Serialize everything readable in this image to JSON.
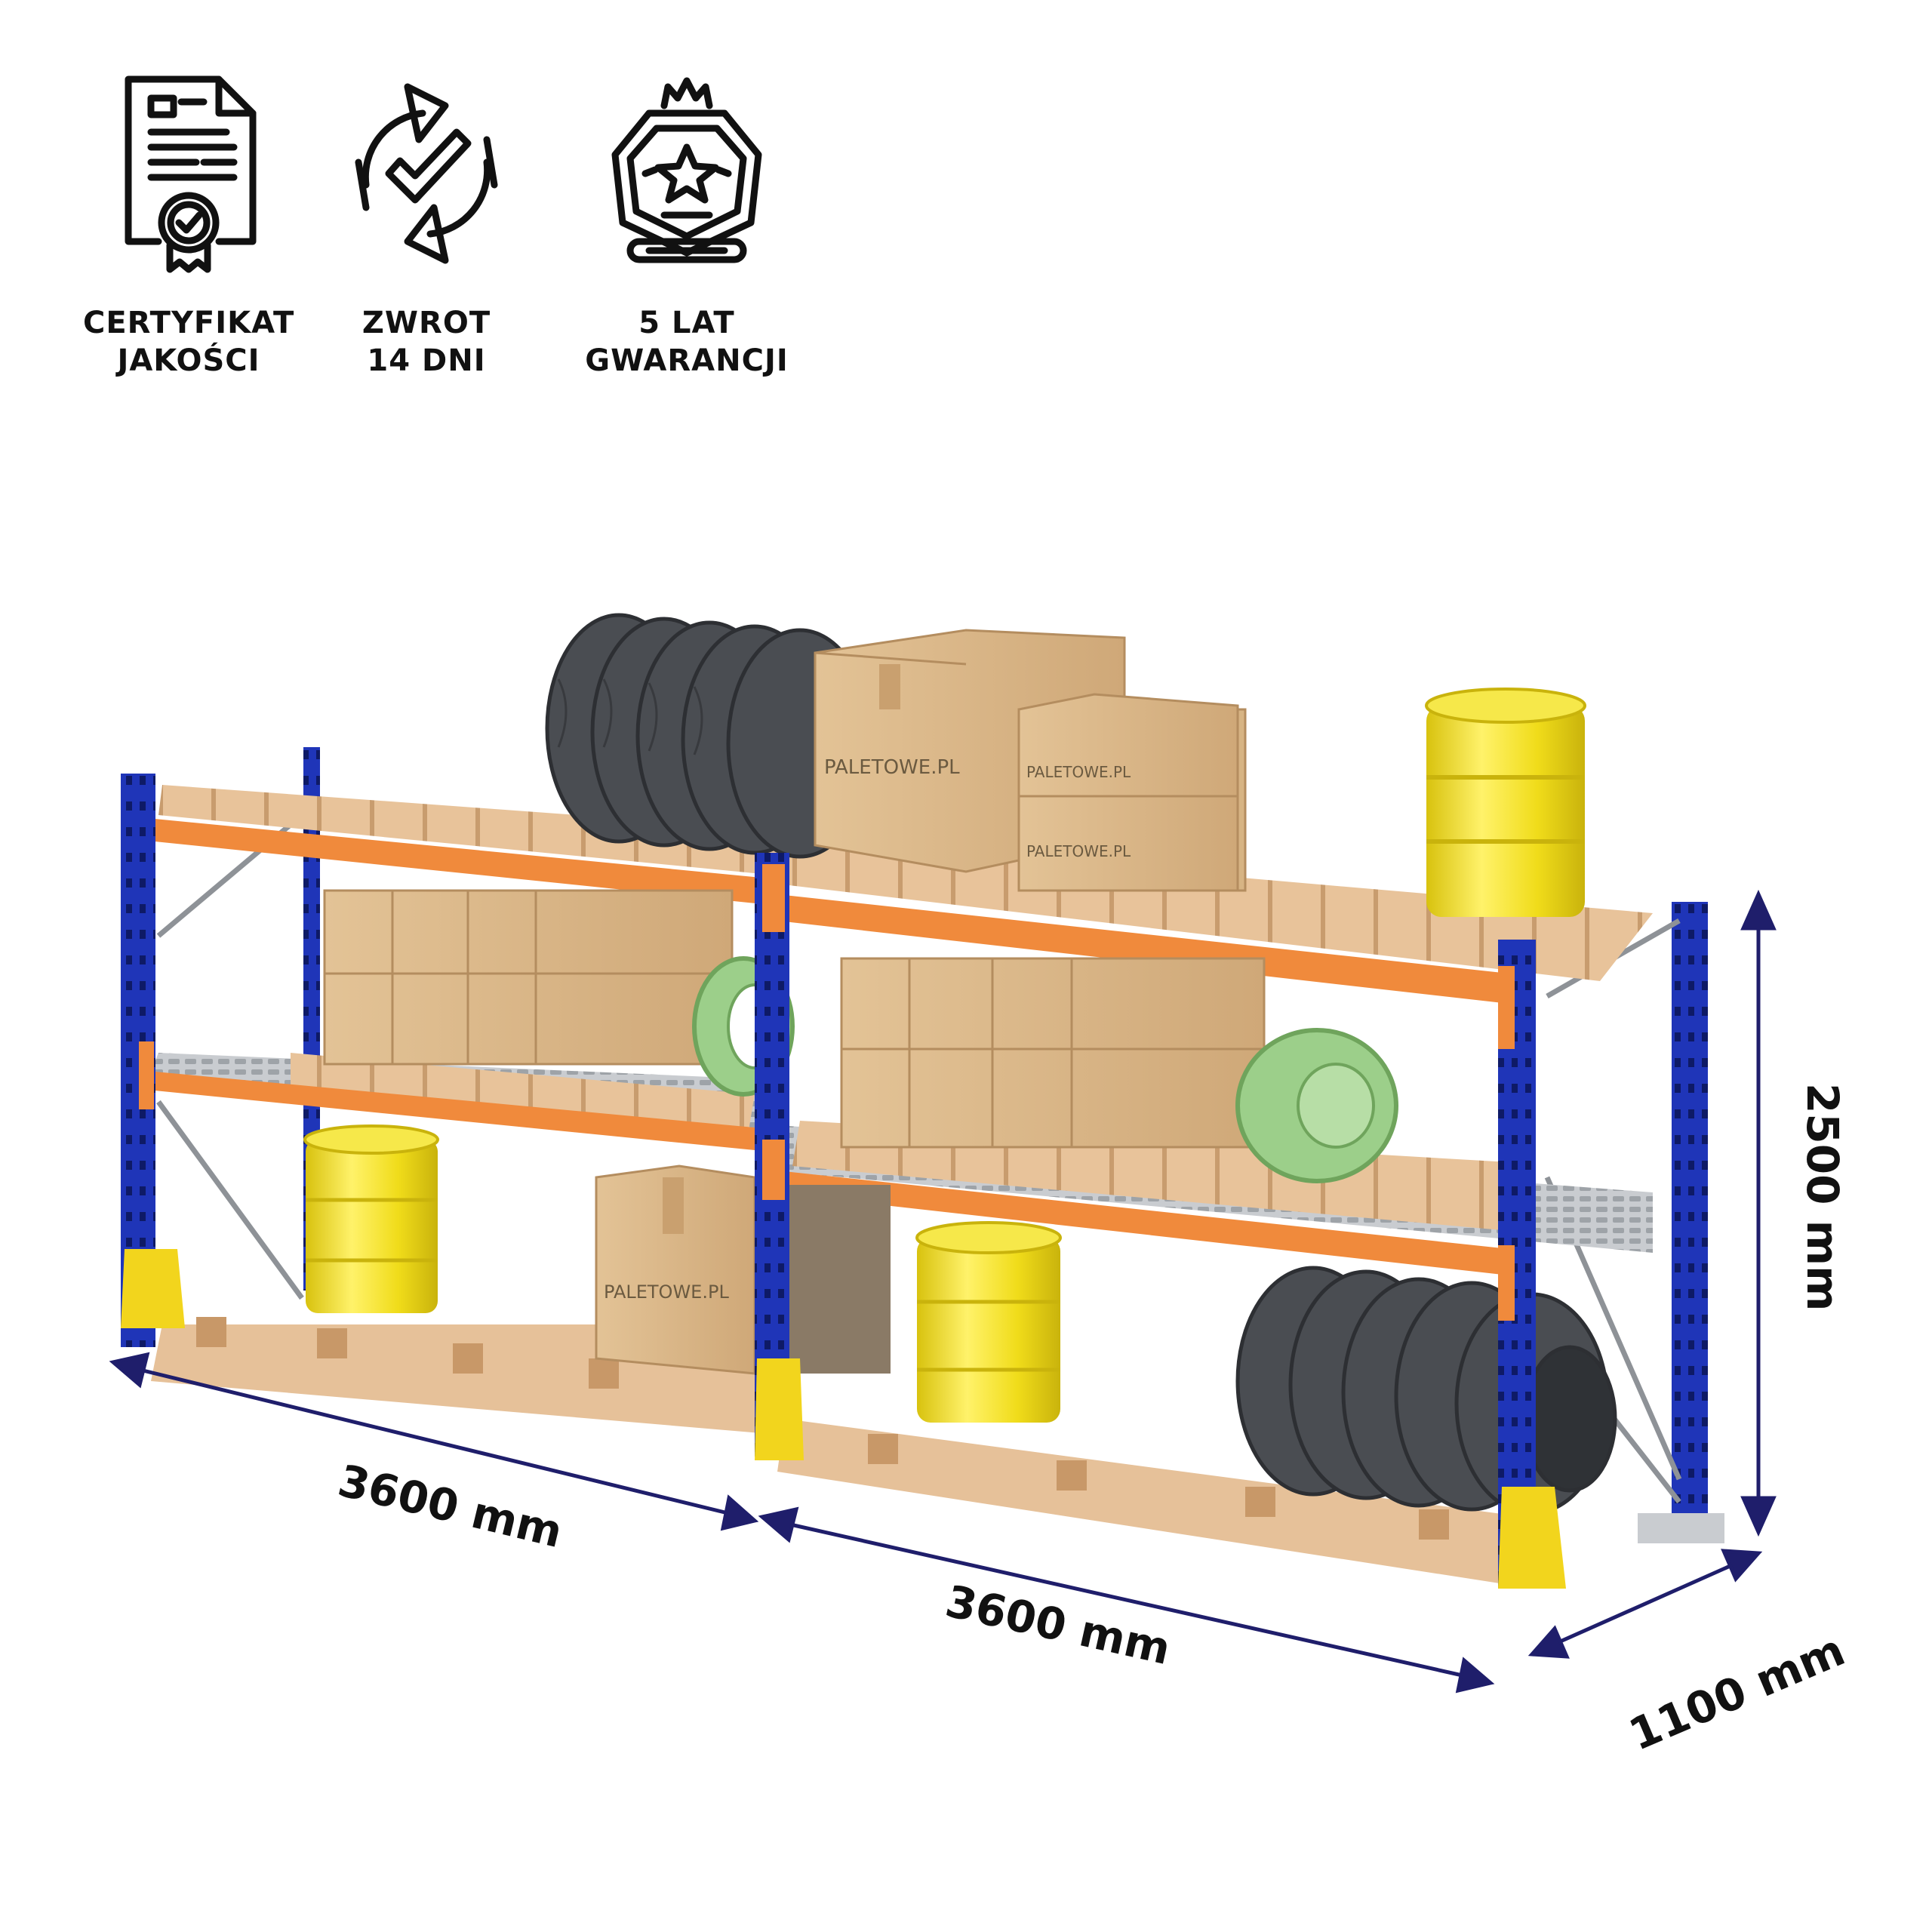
{
  "badges": [
    {
      "icon": "certificate-icon",
      "line1": "CERTYFIKAT",
      "line2": "JAKOŚCI"
    },
    {
      "icon": "return-icon",
      "line1": "ZWROT",
      "line2": "14 DNI"
    },
    {
      "icon": "warranty-icon",
      "line1": "5 LAT",
      "line2": "GWARANCJI"
    }
  ],
  "dimensions": {
    "height": "2500 mm",
    "width_left": "3600 mm",
    "width_right": "3600 mm",
    "depth": "1100 mm"
  },
  "brand": "PALETOWE.PL",
  "colors": {
    "upright": "#1f35b8",
    "beam": "#f08a3c",
    "guard": "#f2d51d",
    "pallet": "#e8c39a",
    "box": "#d9b68a",
    "barrel": "#f0df1e",
    "tyre": "#4a4d52",
    "coil": "#9ccf8a",
    "arrow": "#1f1e6b",
    "text": "#111111"
  }
}
